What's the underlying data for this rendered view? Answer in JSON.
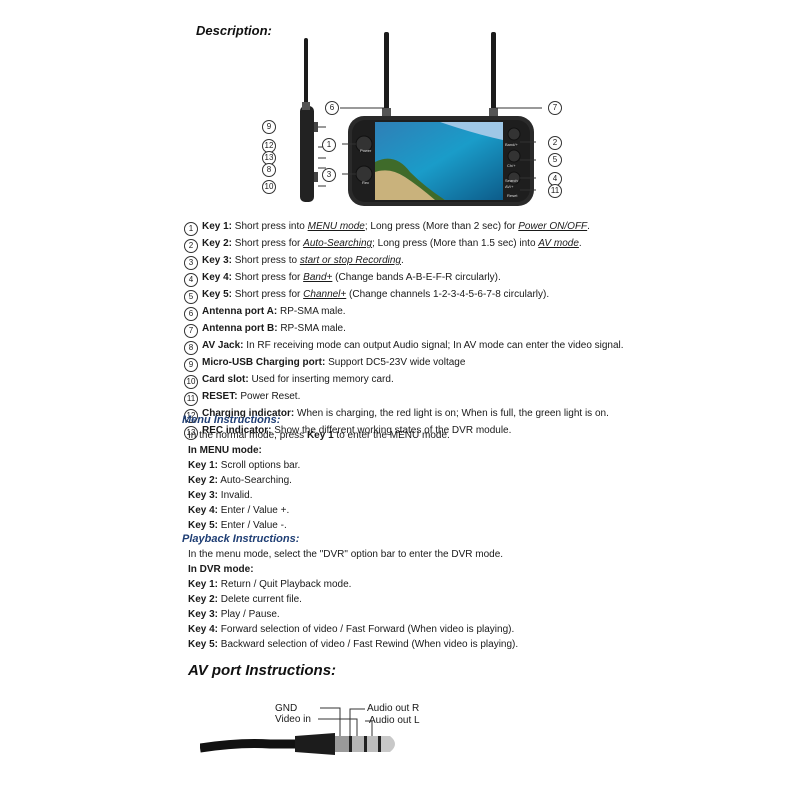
{
  "description_title": "Description:",
  "keys": [
    {
      "num": "1",
      "bold": "Key 1:",
      "t1": " Short press into ",
      "u1": "MENU mode",
      "t2": "; Long press (More than 2 sec) for ",
      "u2": "Power ON/OFF",
      "t3": "."
    },
    {
      "num": "2",
      "bold": "Key 2:",
      "t1": " Short press for ",
      "u1": "Auto-Searching",
      "t2": "; Long press (More than 1.5 sec) into ",
      "u2": "AV mode",
      "t3": "."
    },
    {
      "num": "3",
      "bold": "Key 3:",
      "t1": " Short press to ",
      "u1": "start or stop Recording",
      "t2": ".",
      "u2": "",
      "t3": ""
    },
    {
      "num": "4",
      "bold": "Key 4:",
      "t1": " Short press for ",
      "u1": "Band+",
      "t2": " (Change bands A-B-E-F-R circularly).",
      "u2": "",
      "t3": ""
    },
    {
      "num": "5",
      "bold": "Key 5:",
      "t1": " Short press for ",
      "u1": "Channel+",
      "t2": " (Change channels 1-2-3-4-5-6-7-8 circularly).",
      "u2": "",
      "t3": ""
    },
    {
      "num": "6",
      "bold": "Antenna port A:",
      "t1": " RP-SMA male.",
      "u1": "",
      "t2": "",
      "u2": "",
      "t3": ""
    },
    {
      "num": "7",
      "bold": "Antenna port B:",
      "t1": " RP-SMA male.",
      "u1": "",
      "t2": "",
      "u2": "",
      "t3": ""
    },
    {
      "num": "8",
      "bold": "AV Jack:",
      "t1": " In RF receiving mode can output Audio signal; In AV mode can enter the video signal.",
      "u1": "",
      "t2": "",
      "u2": "",
      "t3": ""
    },
    {
      "num": "9",
      "bold": "Micro-USB Charging port:",
      "t1": " Support DC5-23V wide voltage",
      "u1": "",
      "t2": "",
      "u2": "",
      "t3": ""
    },
    {
      "num": "10",
      "bold": "Card slot:",
      "t1": " Used for inserting memory card.",
      "u1": "",
      "t2": "",
      "u2": "",
      "t3": ""
    },
    {
      "num": "11",
      "bold": "RESET:",
      "t1": " Power Reset.",
      "u1": "",
      "t2": "",
      "u2": "",
      "t3": ""
    },
    {
      "num": "12",
      "bold": "Charging indicator:",
      "t1": " When is charging, the red light is on; When is full, the green light is on.",
      "u1": "",
      "t2": "",
      "u2": "",
      "t3": ""
    },
    {
      "num": "13",
      "bold": "REC indicator:",
      "t1": " Show the different working states of the DVR module.",
      "u1": "",
      "t2": "",
      "u2": "",
      "t3": ""
    }
  ],
  "menu": {
    "title": "Menu Instructions:",
    "intro_a": "In the normal mode, press ",
    "intro_b": "Key 1",
    "intro_c": " to enter the MENU mode.",
    "mode_heading": "In MENU mode:",
    "items": [
      {
        "key": "Key 1:",
        "text": " Scroll options bar."
      },
      {
        "key": "Key 2:",
        "text": " Auto-Searching."
      },
      {
        "key": "Key 3:",
        "text": " Invalid."
      },
      {
        "key": "Key 4:",
        "text": " Enter / Value +."
      },
      {
        "key": "Key 5:",
        "text": " Enter / Value -."
      }
    ]
  },
  "playback": {
    "title": "Playback Instructions:",
    "intro": "In the menu mode, select the \"DVR\" option bar to enter the DVR mode.",
    "mode_heading": "In DVR mode:",
    "items": [
      {
        "key": "Key 1:",
        "text": " Return / Quit Playback mode."
      },
      {
        "key": "Key 2:",
        "text": " Delete current file."
      },
      {
        "key": "Key 3:",
        "text": " Play / Pause."
      },
      {
        "key": "Key 4:",
        "text": " Forward selection of video / Fast Forward (When video is playing)."
      },
      {
        "key": "Key 5:",
        "text": " Backward selection of video / Fast Rewind (When video is playing)."
      }
    ]
  },
  "av_title": "AV port Instructions:",
  "jack_labels": {
    "gnd": "GND",
    "video_in": "Video in",
    "audio_r": "Audio out R",
    "audio_l": "Audio out L"
  },
  "device_callouts": [
    "9",
    "12",
    "13",
    "8",
    "10",
    "6",
    "7",
    "1",
    "2",
    "3",
    "5",
    "4",
    "11"
  ],
  "device_button_labels": {
    "power": "Power",
    "rec": "Rec",
    "band": "Band/+",
    "ch": "Ch/+",
    "search": "Search",
    "av": "AV/+",
    "reset": "Reset"
  }
}
